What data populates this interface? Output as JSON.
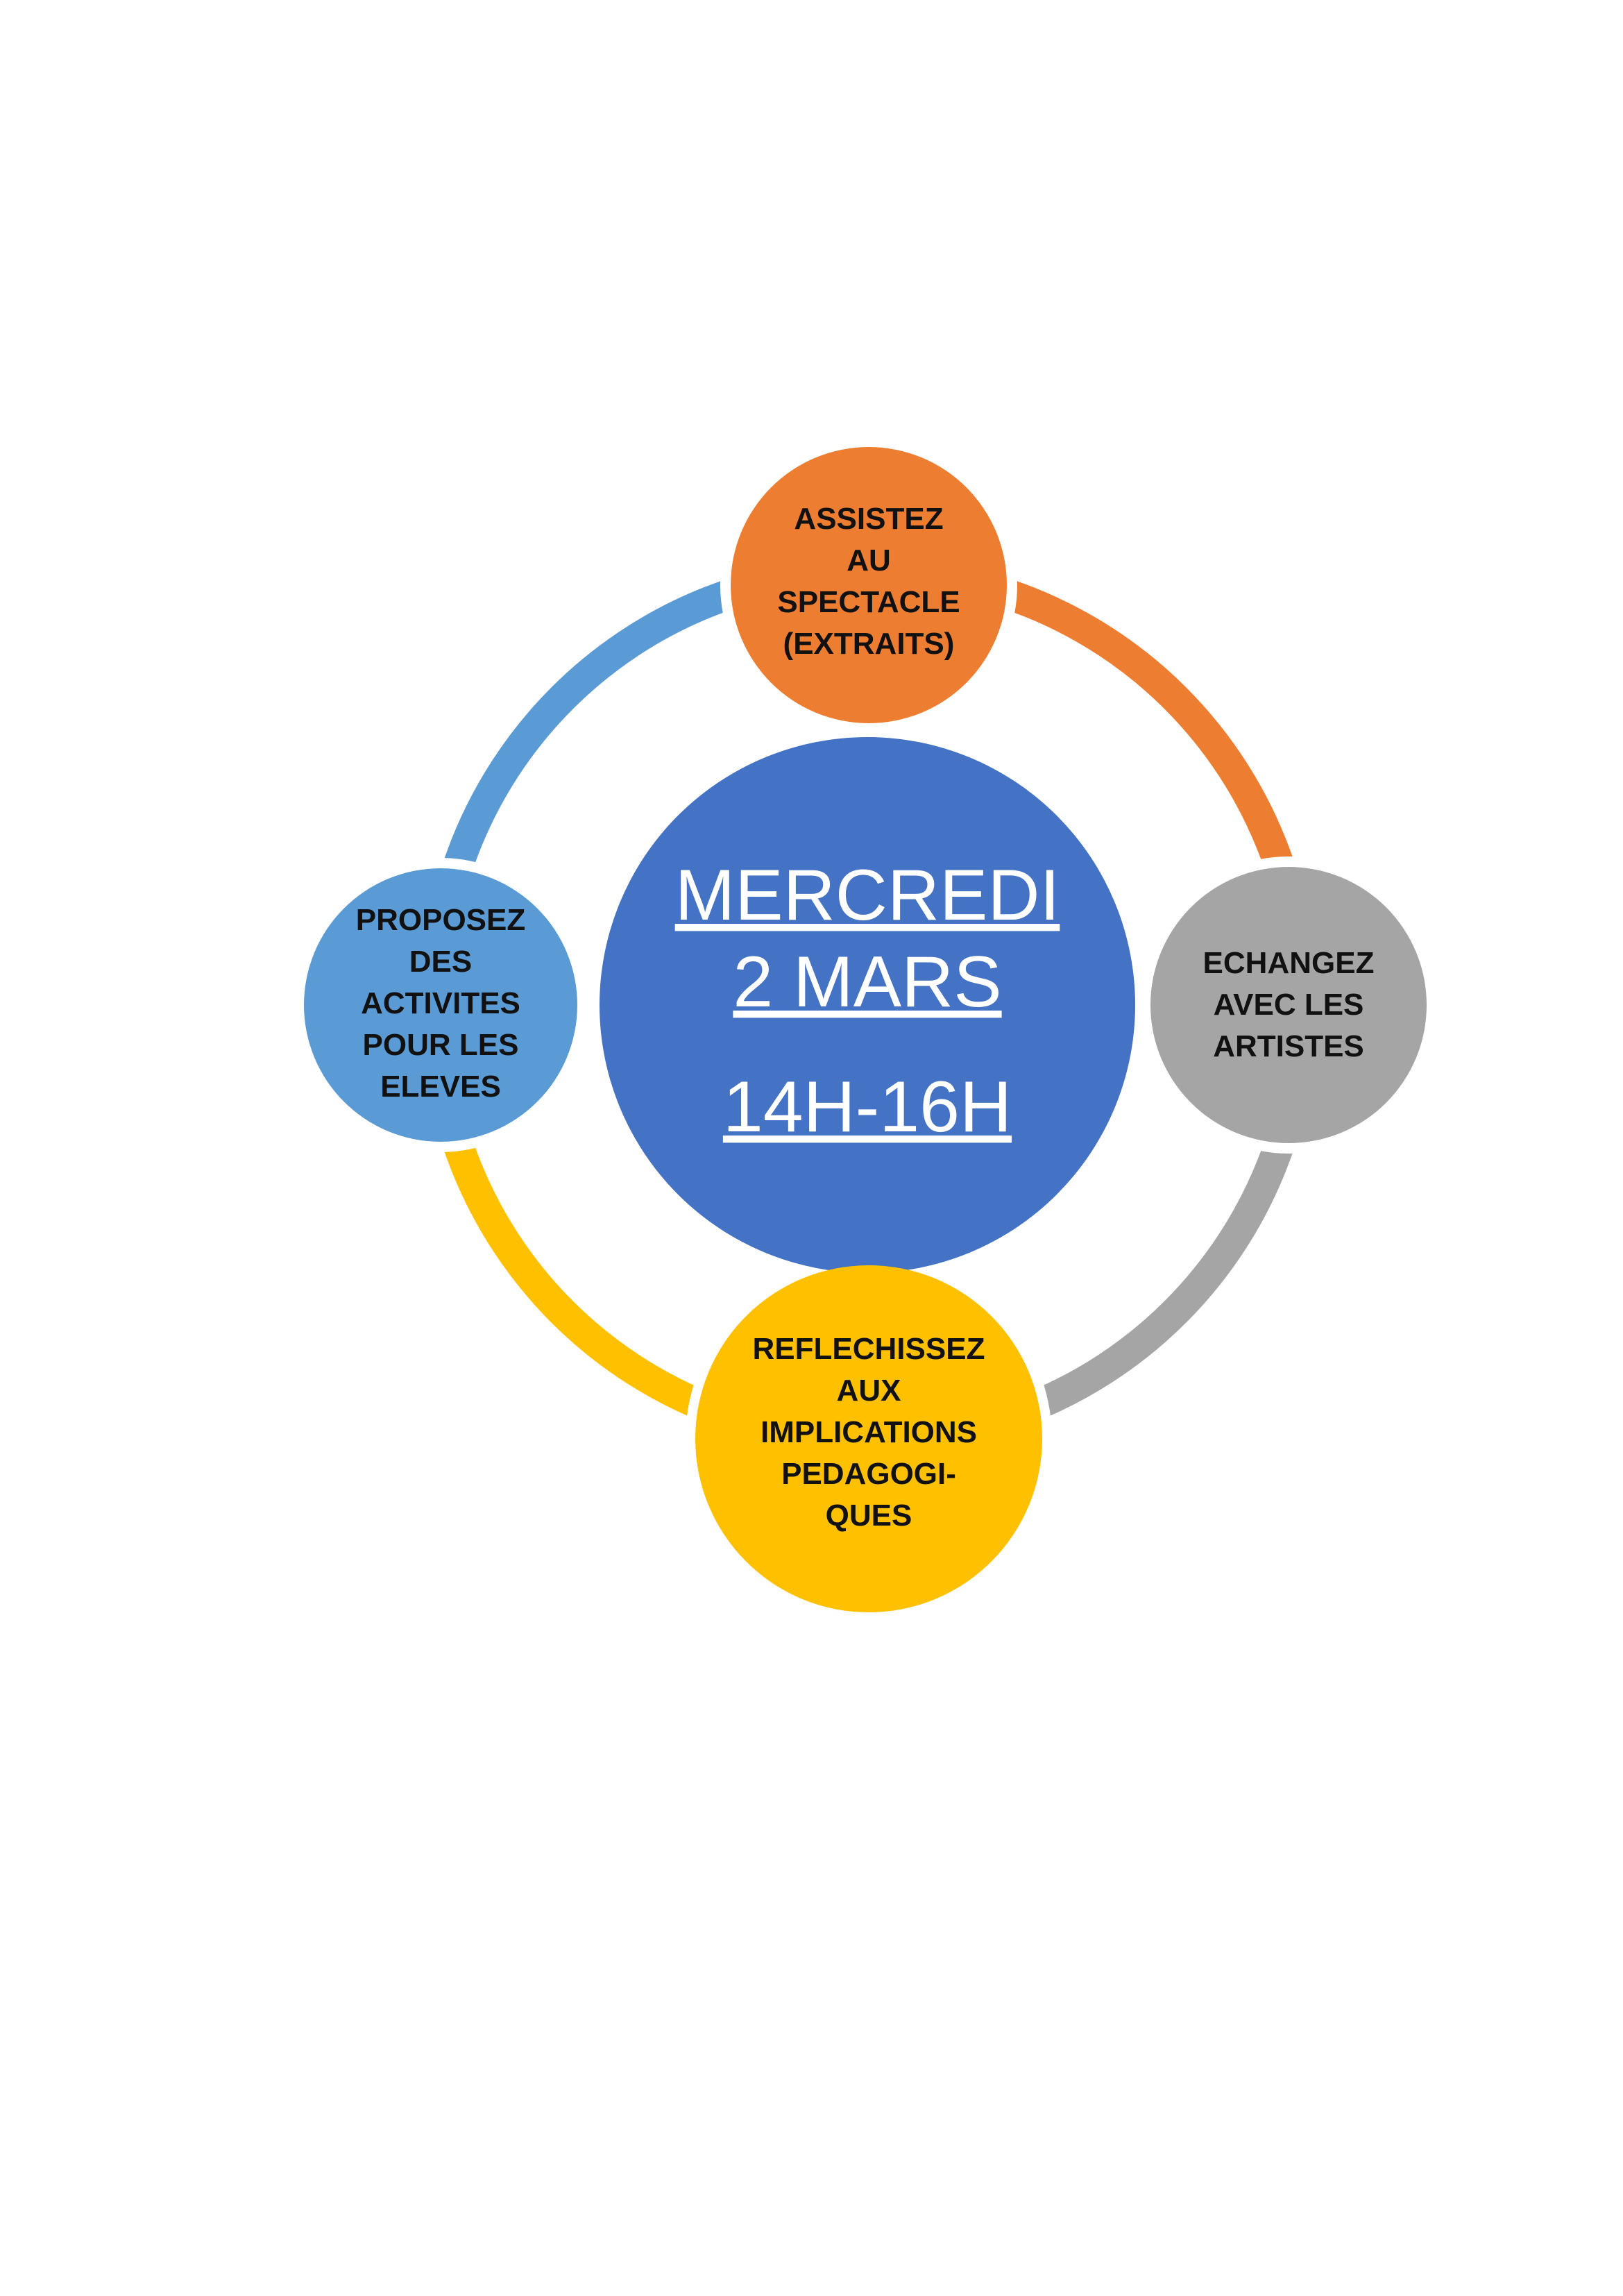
{
  "center": {
    "lines": [
      "MERCREDI",
      "2 MARS",
      "14H-16H"
    ],
    "color": "#4472C4"
  },
  "nodes": [
    {
      "id": "top",
      "lines": [
        "ASSISTEZ",
        "AU",
        "SPECTACLE",
        "(EXTRAITS)"
      ],
      "color": "#ED7D31"
    },
    {
      "id": "right",
      "lines": [
        "ECHANGEZ",
        "AVEC LES",
        "ARTISTES"
      ],
      "color": "#A5A5A5"
    },
    {
      "id": "bottom",
      "lines": [
        "REFLECHISSEZ",
        "AUX",
        "IMPLICATIONS",
        "PEDAGOGI-",
        "QUES"
      ],
      "color": "#FFC000"
    },
    {
      "id": "left",
      "lines": [
        "PROPOSEZ",
        "DES",
        "ACTIVITES",
        "POUR LES",
        "ELEVES"
      ],
      "color": "#5B9BD5"
    }
  ],
  "ring_colors": {
    "top_to_right": "#ED7D31",
    "right_to_bottom": "#A5A5A5",
    "bottom_to_left": "#FFC000",
    "left_to_top": "#5B9BD5"
  }
}
